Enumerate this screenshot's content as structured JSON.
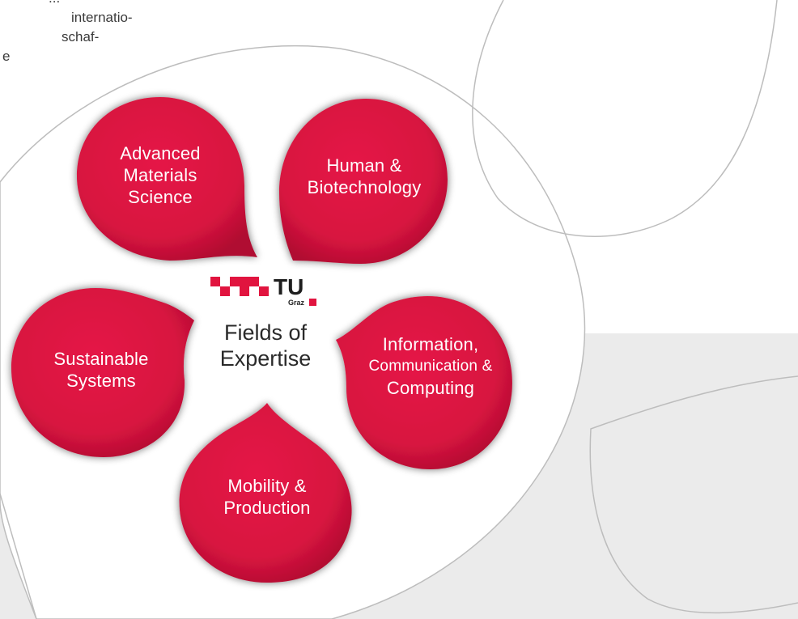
{
  "intro": {
    "lines": [
      "...",
      "internatio-",
      "schaf-",
      "e"
    ]
  },
  "logo": {
    "brand": "TU",
    "city": "Graz"
  },
  "center": {
    "title_lines": [
      "Fields of",
      "Expertise"
    ]
  },
  "fields": [
    {
      "name": "advanced-materials",
      "lines": [
        "Advanced",
        "Materials",
        "Science"
      ]
    },
    {
      "name": "human-biotech",
      "lines": [
        "Human &",
        "Biotechnology"
      ]
    },
    {
      "name": "information-computing",
      "lines": [
        "Information,",
        "Communication &",
        "Computing"
      ]
    },
    {
      "name": "mobility-production",
      "lines": [
        "Mobility &",
        "Production"
      ]
    },
    {
      "name": "sustainable-systems",
      "lines": [
        "Sustainable",
        "Systems"
      ]
    }
  ],
  "colors": {
    "petal": "#e1143f",
    "petal_dark": "#b50f33",
    "panel": "#ebebeb",
    "outline": "#bdbdbd"
  }
}
